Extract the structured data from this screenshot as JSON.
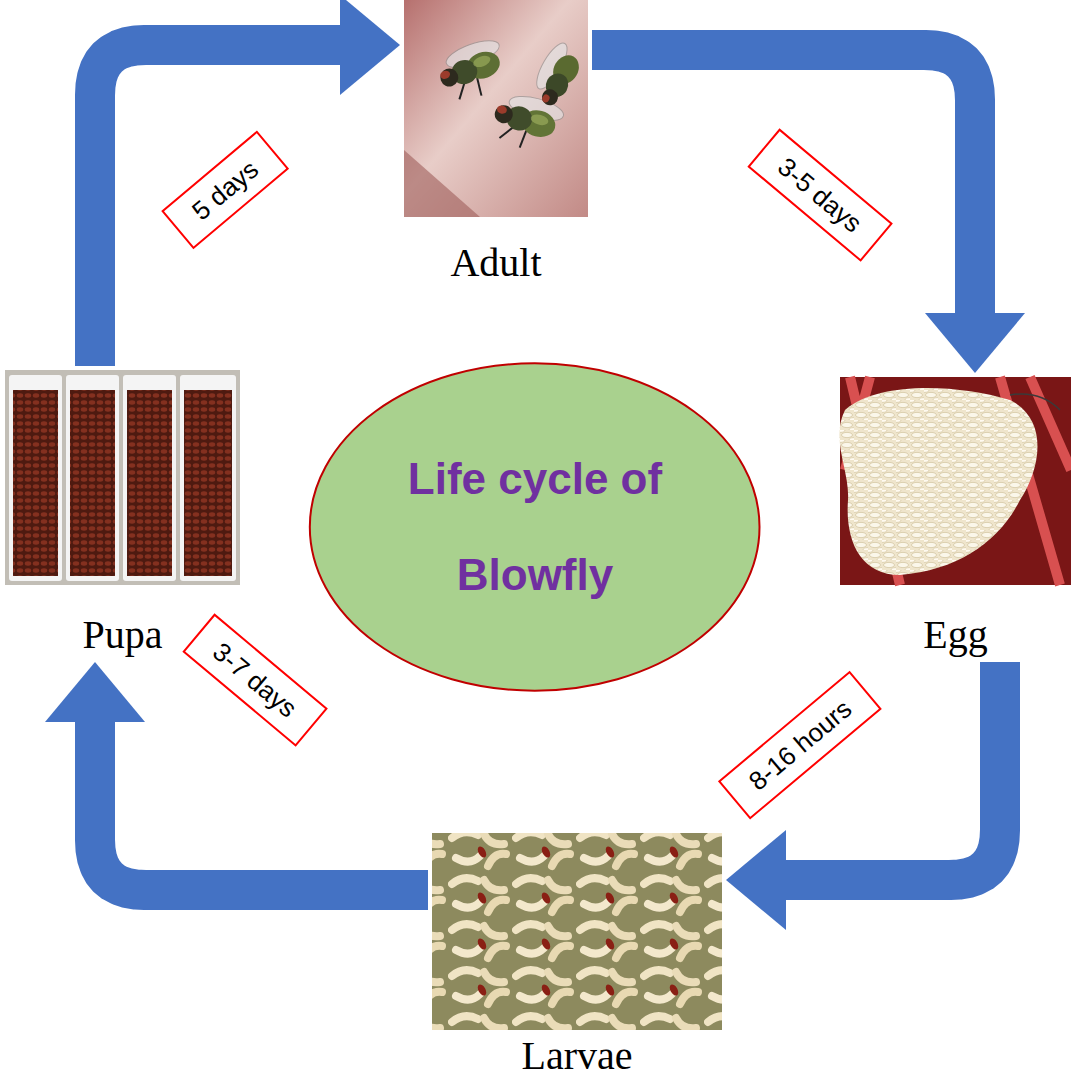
{
  "diagram": {
    "nodes": [
      {
        "text": [
          "Adult"
        ]
      },
      {
        "text": [
          "Egg"
        ]
      },
      {
        "text": [
          "Larvae"
        ]
      },
      {
        "text": [
          "Pupa"
        ]
      },
      {
        "text": [
          "Life cycle of Blowfly"
        ]
      }
    ],
    "edges": [
      {
        "from": 0,
        "to": 1,
        "arrow": "to",
        "label": "3-5 days"
      },
      {
        "from": 1,
        "to": 2,
        "arrow": "to",
        "label": "8-16 hours"
      },
      {
        "from": 2,
        "to": 3,
        "arrow": "to",
        "label": "3-7 days"
      },
      {
        "from": 3,
        "to": 0,
        "arrow": "to",
        "label": "5 days"
      }
    ]
  }
}
